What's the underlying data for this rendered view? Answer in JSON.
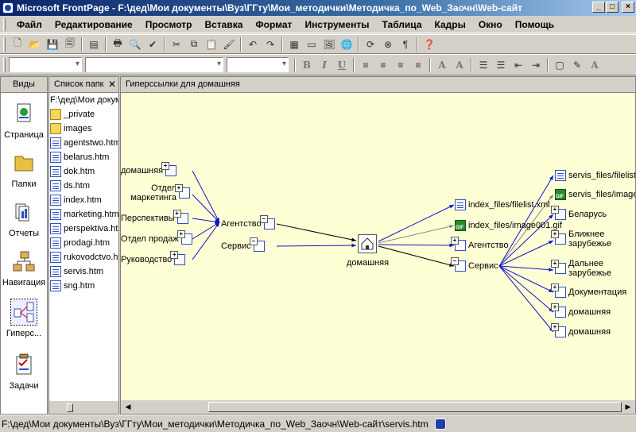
{
  "window": {
    "title": "Microsoft FrontPage - F:\\дед\\Мои документы\\Вуз\\ГГту\\Мои_методички\\Методичка_по_Web_Заочн\\Web-сайт"
  },
  "menu": [
    "Файл",
    "Редактирование",
    "Просмотр",
    "Вставка",
    "Формат",
    "Инструменты",
    "Таблица",
    "Кадры",
    "Окно",
    "Помощь"
  ],
  "views_panel": {
    "header": "Виды",
    "items": [
      "Страница",
      "Папки",
      "Отчеты",
      "Навигация",
      "Гиперс...",
      "Задачи"
    ]
  },
  "folder_panel": {
    "header": "Список папк",
    "close": "✕",
    "path": "F:\\дед\\Мои документы",
    "items": [
      {
        "name": "_private",
        "type": "folder"
      },
      {
        "name": "images",
        "type": "folder"
      },
      {
        "name": "agentstwo.htm",
        "type": "page"
      },
      {
        "name": "belarus.htm",
        "type": "page"
      },
      {
        "name": "dok.htm",
        "type": "page"
      },
      {
        "name": "ds.htm",
        "type": "page"
      },
      {
        "name": "index.htm",
        "type": "page"
      },
      {
        "name": "marketing.htm",
        "type": "page"
      },
      {
        "name": "perspektiva.htm",
        "type": "page"
      },
      {
        "name": "prodagi.htm",
        "type": "page"
      },
      {
        "name": "rukovodctvo.htm",
        "type": "page"
      },
      {
        "name": "servis.htm",
        "type": "page"
      },
      {
        "name": "sng.htm",
        "type": "page"
      }
    ]
  },
  "hyperlinks": {
    "header": "Гиперссылки для домашняя",
    "center": "домашняя",
    "left_hubs": [
      "Агентство",
      "Сервис"
    ],
    "left_sources": [
      "домашняя",
      "Отдел маркетинга",
      "Перспективы",
      "Отдел продаж",
      "Руководство"
    ],
    "right_top": [
      "index_files/filelist.xml",
      "index_files/image001.gif",
      "Агентство",
      "Сервис"
    ],
    "right_children": [
      "servis_files/filelist",
      "servis_files/image",
      "Беларусь",
      "Ближнее зарубежье",
      "Дальнее зарубежье",
      "Документация",
      "домашняя",
      "домашняя"
    ]
  },
  "status": {
    "path": "F:\\дед\\Мои документы\\Вуз\\ГГту\\Мои_методички\\Методичка_по_Web_Заочн\\Web-сайт\\servis.htm"
  }
}
